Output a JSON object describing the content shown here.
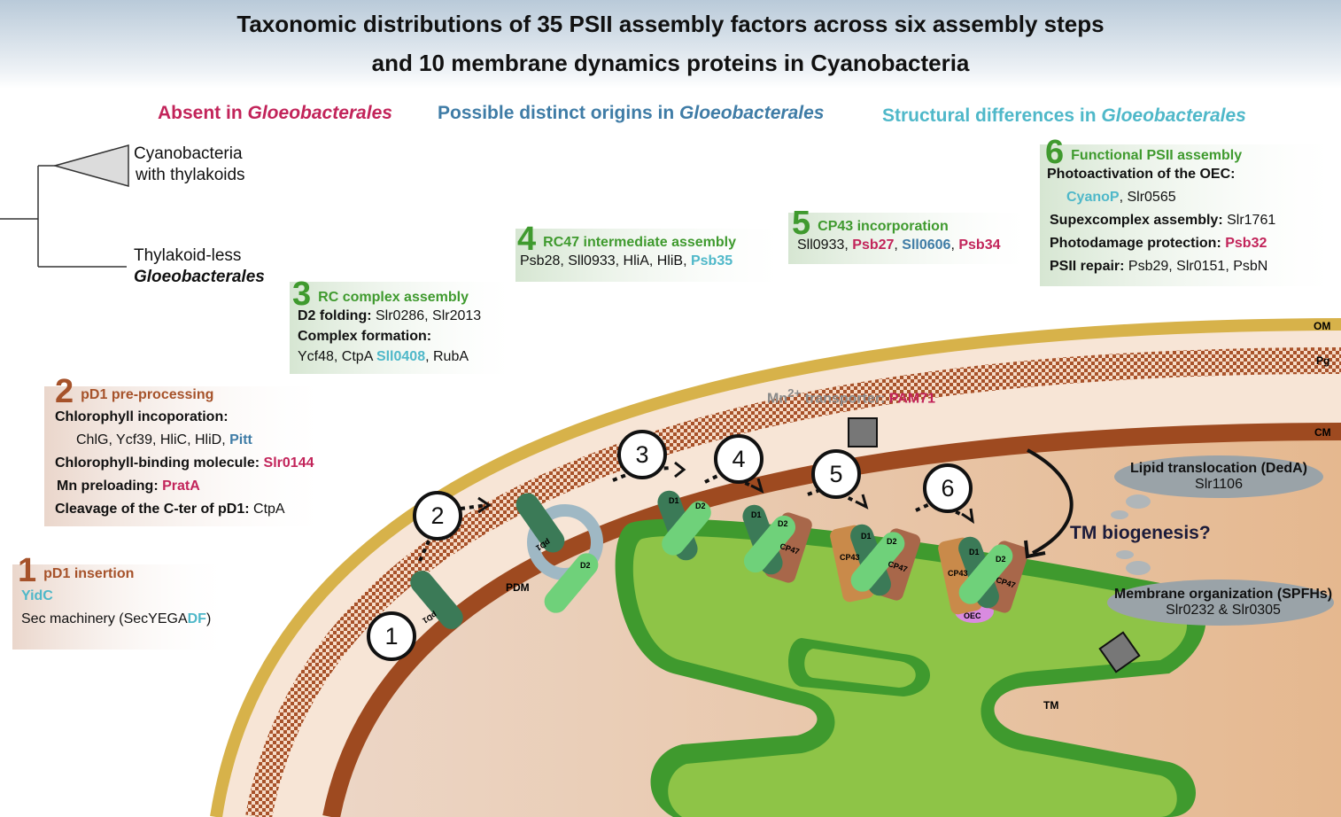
{
  "title": {
    "line1": "Taxonomic distributions of 35 PSII assembly factors across six assembly steps",
    "line2": "and 10 membrane dynamics proteins in Cyanobacteria"
  },
  "legend": {
    "absent_prefix": "Absent in ",
    "absent_italic": "Gloeobacterales",
    "distinct_prefix": "Possible distinct origins in ",
    "distinct_italic": "Gloeobacterales",
    "structural_prefix": "Structural differences in ",
    "structural_italic": "Gloeobacterales",
    "colors": {
      "absent": "#c2245a",
      "distinct": "#3f7ca6",
      "structural": "#4fb8c9"
    }
  },
  "tree": {
    "top_line1": "Cyanobacteria",
    "top_line2": "with thylakoids",
    "bottom_line1": "Thylakoid-less",
    "bottom_line2": "Gloeobacterales"
  },
  "steps": {
    "s1": {
      "num": "1",
      "title": "pD1 insertion",
      "yidc": "YidC",
      "sec_prefix": "Sec machinery (SecYEGA",
      "sec_df": "DF",
      "sec_suffix": ")"
    },
    "s2": {
      "num": "2",
      "title": "pD1 pre-processing",
      "chl_label": "Chlorophyll incoporation:",
      "chl_list": "ChlG, Ycf39, HliC, HliD, ",
      "chl_pitt": "Pitt",
      "cbm_label": "Chlorophyll-binding molecule: ",
      "cbm_val": "Slr0144",
      "mn_label": "Mn preloading: ",
      "mn_val": "PratA",
      "clv_label": "Cleavage of the C-ter of pD1: ",
      "clv_val": "CtpA"
    },
    "s3": {
      "num": "3",
      "title": "RC complex assembly",
      "d2_label": "D2 folding: ",
      "d2_val": "Slr0286, Slr2013",
      "cf_label": "Complex formation:",
      "cf_val1": "Ycf48, CtpA ",
      "cf_sll": "Sll0408",
      "cf_val2": ", RubA"
    },
    "s4": {
      "num": "4",
      "title": "RC47 intermediate assembly",
      "list": "Psb28, Sll0933, HliA, HliB, ",
      "psb35": "Psb35"
    },
    "s5": {
      "num": "5",
      "title": "CP43 incorporation",
      "a": "Sll0933, ",
      "psb27": "Psb27",
      "sep1": ", ",
      "sll0606": "Sll0606",
      "sep2": ", ",
      "psb34": "Psb34"
    },
    "s6": {
      "num": "6",
      "title": "Functional PSII  assembly",
      "oec_label": "Photoactivation of the OEC:",
      "cyanop": "CyanoP",
      "oec_rest": ", Slr0565",
      "sup_label": "Supexcomplex assembly: ",
      "sup_val": "Slr1761",
      "pp_label": "Photodamage protection: ",
      "pp_val": "Psb32",
      "rep_label": "PSII repair: ",
      "rep_val": "Psb29, Slr0151, PsbN"
    }
  },
  "membranes": {
    "om": "OM",
    "pg": "Pg",
    "cm": "CM",
    "tm": "TM",
    "pdm": "PDM"
  },
  "mn_transporter": {
    "prefix": "Mn",
    "sup": "2+",
    "mid": " transporter: ",
    "val": "PAM71"
  },
  "lipid": {
    "line1": "Lipid translocation (DedA)",
    "line2": "Slr1106"
  },
  "membrane_org": {
    "line1": "Membrane organization (SPFHs)",
    "line2": "Slr0232 & Slr0305"
  },
  "tm_biogenesis": "TM biogenesis?",
  "circles": [
    "1",
    "2",
    "3",
    "4",
    "5",
    "6"
  ],
  "proteins": {
    "d1": "D1",
    "d2": "D2",
    "pd1": "pD1",
    "cp43": "CP43",
    "cp47": "CP47",
    "oec": "OEC"
  },
  "palette": {
    "om": "#d7b24a",
    "pg": "#b5542a",
    "cm": "#9e4a20",
    "cytoplasm": "#f3d9c6",
    "tm_outer": "#3f9a2e",
    "tm_inner": "#8ec447",
    "d1": "#3b7a57",
    "d2": "#6fd17a",
    "cp43": "#c98a4a",
    "cp47": "#a8674a",
    "oec": "#d98be0"
  }
}
